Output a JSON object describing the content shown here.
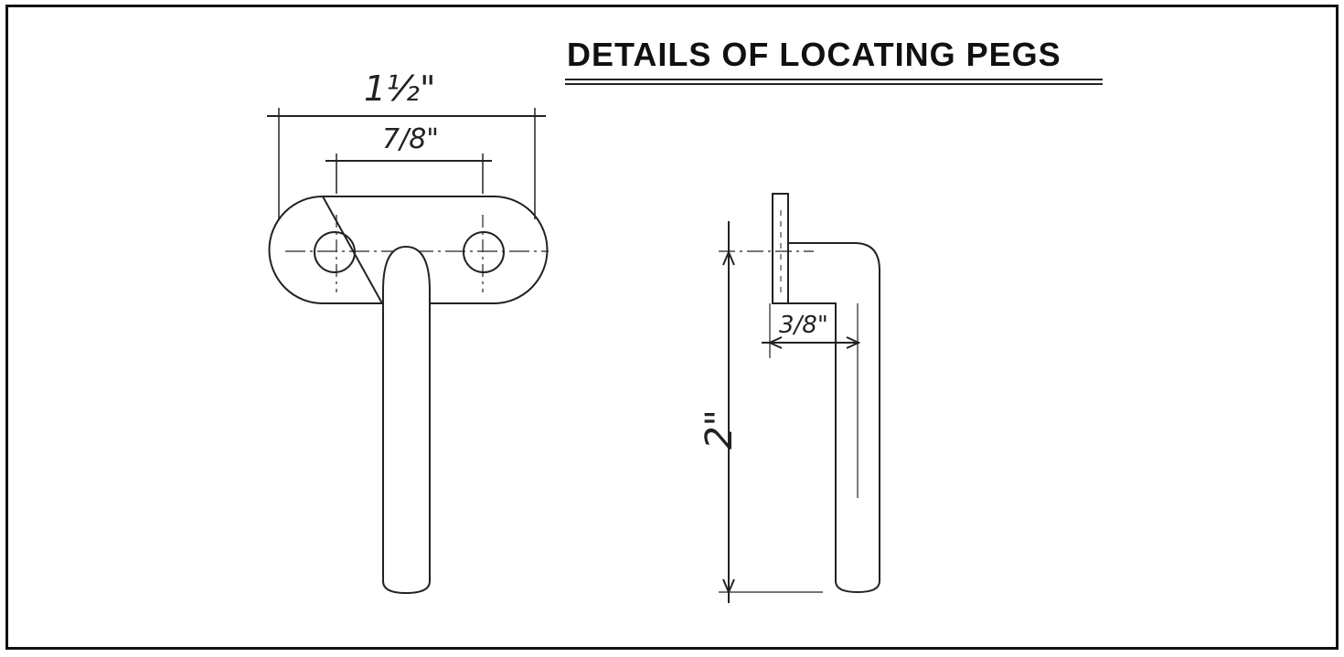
{
  "title": "DETAILS OF LOCATING PEGS",
  "front_view": {
    "overall_width_label": "1½\"",
    "hole_spacing_label": "7/8\""
  },
  "side_view": {
    "height_label": "2\"",
    "thickness_label": "3/8\""
  },
  "colors": {
    "ink": "#222222",
    "paper": "#ffffff",
    "border": "#111111"
  }
}
